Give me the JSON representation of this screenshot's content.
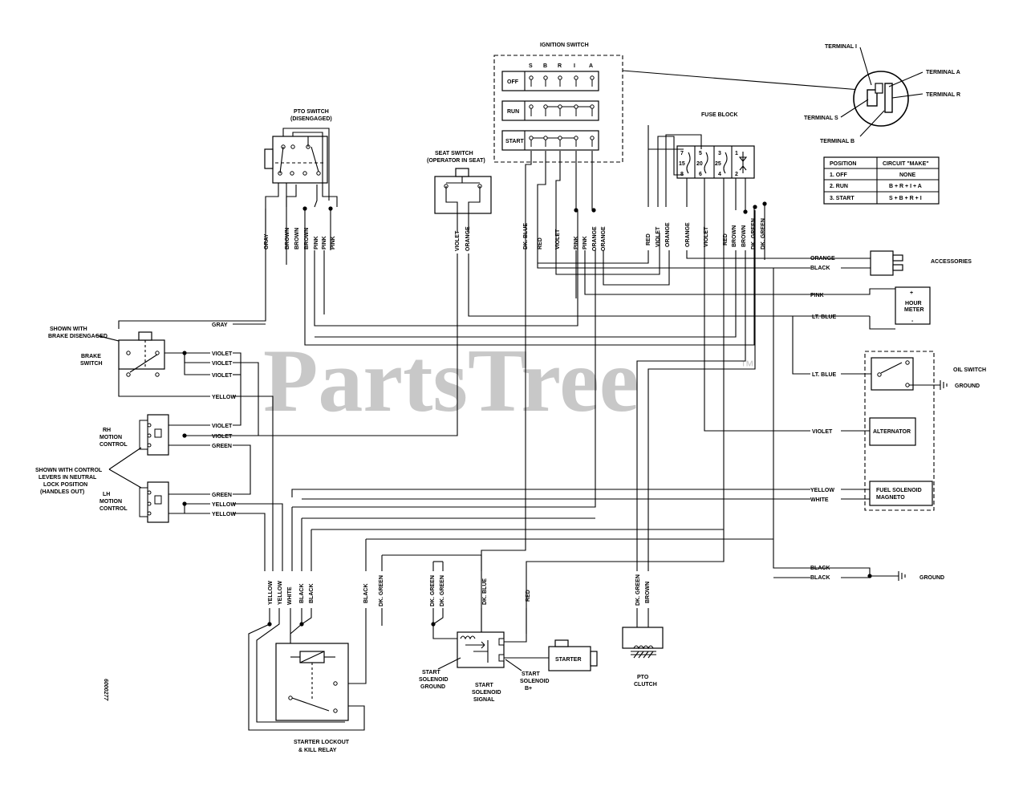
{
  "watermark": "PartsTree",
  "trademark": "™",
  "drawing_number": "6000277",
  "ignition": {
    "title": "IGNITION SWITCH",
    "columns": [
      "S",
      "B",
      "R",
      "I",
      "A"
    ],
    "rows": [
      "OFF",
      "RUN",
      "START"
    ]
  },
  "terminals": {
    "i": "TERMINAL I",
    "a": "TERMINAL A",
    "r": "TERMINAL R",
    "s": "TERMINAL S",
    "b": "TERMINAL B"
  },
  "position_table": {
    "headers": [
      "POSITION",
      "CIRCUIT \"MAKE\""
    ],
    "rows": [
      [
        "1. OFF",
        "NONE"
      ],
      [
        "2. RUN",
        "B + R + I + A"
      ],
      [
        "3. START",
        "S + B + R + I"
      ]
    ]
  },
  "fuse_block": {
    "title": "FUSE BLOCK",
    "pins": [
      "7",
      "5",
      "3",
      "1",
      "15",
      "20",
      "25",
      "8",
      "6",
      "4",
      "2"
    ]
  },
  "components": {
    "pto_switch": [
      "PTO SWITCH",
      "(DISENGAGED)"
    ],
    "seat_switch": [
      "SEAT SWITCH",
      "(OPERATOR IN SEAT)"
    ],
    "accessories": "ACCESSORIES",
    "hour_meter": [
      "HOUR",
      "METER"
    ],
    "oil_switch": "OIL SWITCH",
    "ground_oil": "GROUND",
    "alternator": "ALTERNATOR",
    "fuel_solenoid": [
      "FUEL SOLENOID",
      "MAGNETO"
    ],
    "ground_main": "GROUND",
    "brake_note": [
      "SHOWN WITH",
      "BRAKE DISENGAGED"
    ],
    "brake_switch": [
      "BRAKE",
      "SWITCH"
    ],
    "rh_motion": [
      "RH",
      "MOTION",
      "CONTROL"
    ],
    "lh_motion": [
      "LH",
      "MOTION",
      "CONTROL"
    ],
    "levers_note": [
      "SHOWN WITH CONTROL",
      "LEVERS IN NEUTRAL",
      "LOCK POSITION",
      "(HANDLES OUT)"
    ],
    "starter_relay": [
      "STARTER LOCKOUT",
      "& KILL RELAY"
    ],
    "start_solenoid_ground": [
      "START",
      "SOLENOID",
      "GROUND"
    ],
    "start_solenoid_signal": [
      "START",
      "SOLENOID",
      "SIGNAL"
    ],
    "start_solenoid_b": [
      "START",
      "SOLENOID",
      "B+"
    ],
    "starter": "STARTER",
    "pto_clutch": [
      "PTO",
      "CLUTCH"
    ],
    "plus_sign": "+",
    "minus_sign": "-"
  },
  "wire_labels_vertical": {
    "pto_top": [
      "GRAY",
      "BROWN",
      "BROWN",
      "BROWN",
      "PINK",
      "PINK",
      "PINK"
    ],
    "seat_top": [
      "VIOLET",
      "ORANGE"
    ],
    "ign_top": [
      "DK. BLUE",
      "RED",
      "VIOLET",
      "PINK",
      "PINK",
      "ORANGE",
      "ORANGE"
    ],
    "fuse_left_top": [
      "RED",
      "VIOLET",
      "ORANGE"
    ],
    "fuse_bottom": [
      "ORANGE",
      "VIOLET",
      "RED",
      "BROWN",
      "BROWN",
      "DK. GREEN",
      "DK. GREEN"
    ],
    "relay_bottom": [
      "YELLOW",
      "YELLOW",
      "WHITE",
      "BLACK",
      "BLACK",
      "BLACK",
      "DK. GREEN"
    ],
    "solenoid_bottom": [
      "DK. GREEN",
      "DK. GREEN",
      "DK. BLUE",
      "RED"
    ],
    "clutch_bottom": [
      "DK. GREEN",
      "BROWN"
    ]
  },
  "wire_labels_horizontal": {
    "right": [
      "ORANGE",
      "BLACK",
      "PINK",
      "LT. BLUE",
      "LT. BLUE",
      "VIOLET",
      "YELLOW",
      "WHITE",
      "BLACK",
      "BLACK"
    ],
    "left": [
      "GRAY",
      "VIOLET",
      "VIOLET",
      "VIOLET",
      "YELLOW",
      "VIOLET",
      "VIOLET",
      "GREEN",
      "GREEN",
      "YELLOW",
      "YELLOW"
    ]
  }
}
